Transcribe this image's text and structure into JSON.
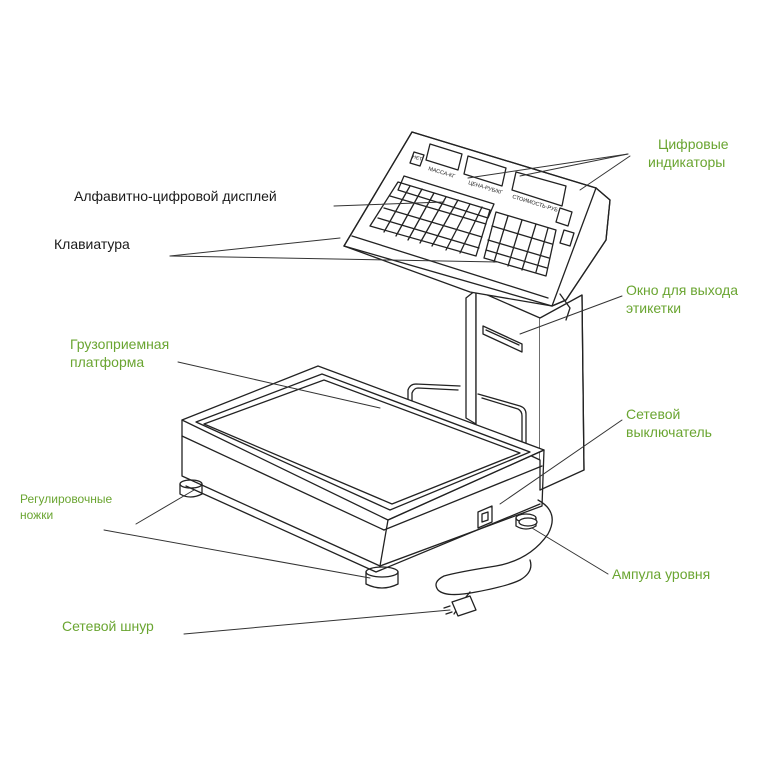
{
  "labels": {
    "digital_indicators_l1": "Цифровые",
    "digital_indicators_l2": "индикаторы",
    "alnum_display": "Алфавитно-цифровой дисплей",
    "keyboard": "Клавиатура",
    "label_window_l1": "Окно для выхода",
    "label_window_l2": "этикетки",
    "platform_l1": "Грузоприемная",
    "platform_l2": "платформа",
    "power_switch_l1": "Сетевой",
    "power_switch_l2": "выключатель",
    "feet_l1": "Регулировочные",
    "feet_l2": "ножки",
    "level_vial": "Ампула уровня",
    "power_cord": "Сетевой шнур"
  },
  "panel_text": {
    "mass": "МАССА-КГ",
    "price": "ЦЕНА-РУБ/КГ",
    "cost": "СТОИМОСТЬ-РУБ",
    "net": "НЕТ"
  },
  "colors": {
    "label_green": "#6aa531",
    "label_black": "#1a1a1a",
    "line": "#222222"
  }
}
